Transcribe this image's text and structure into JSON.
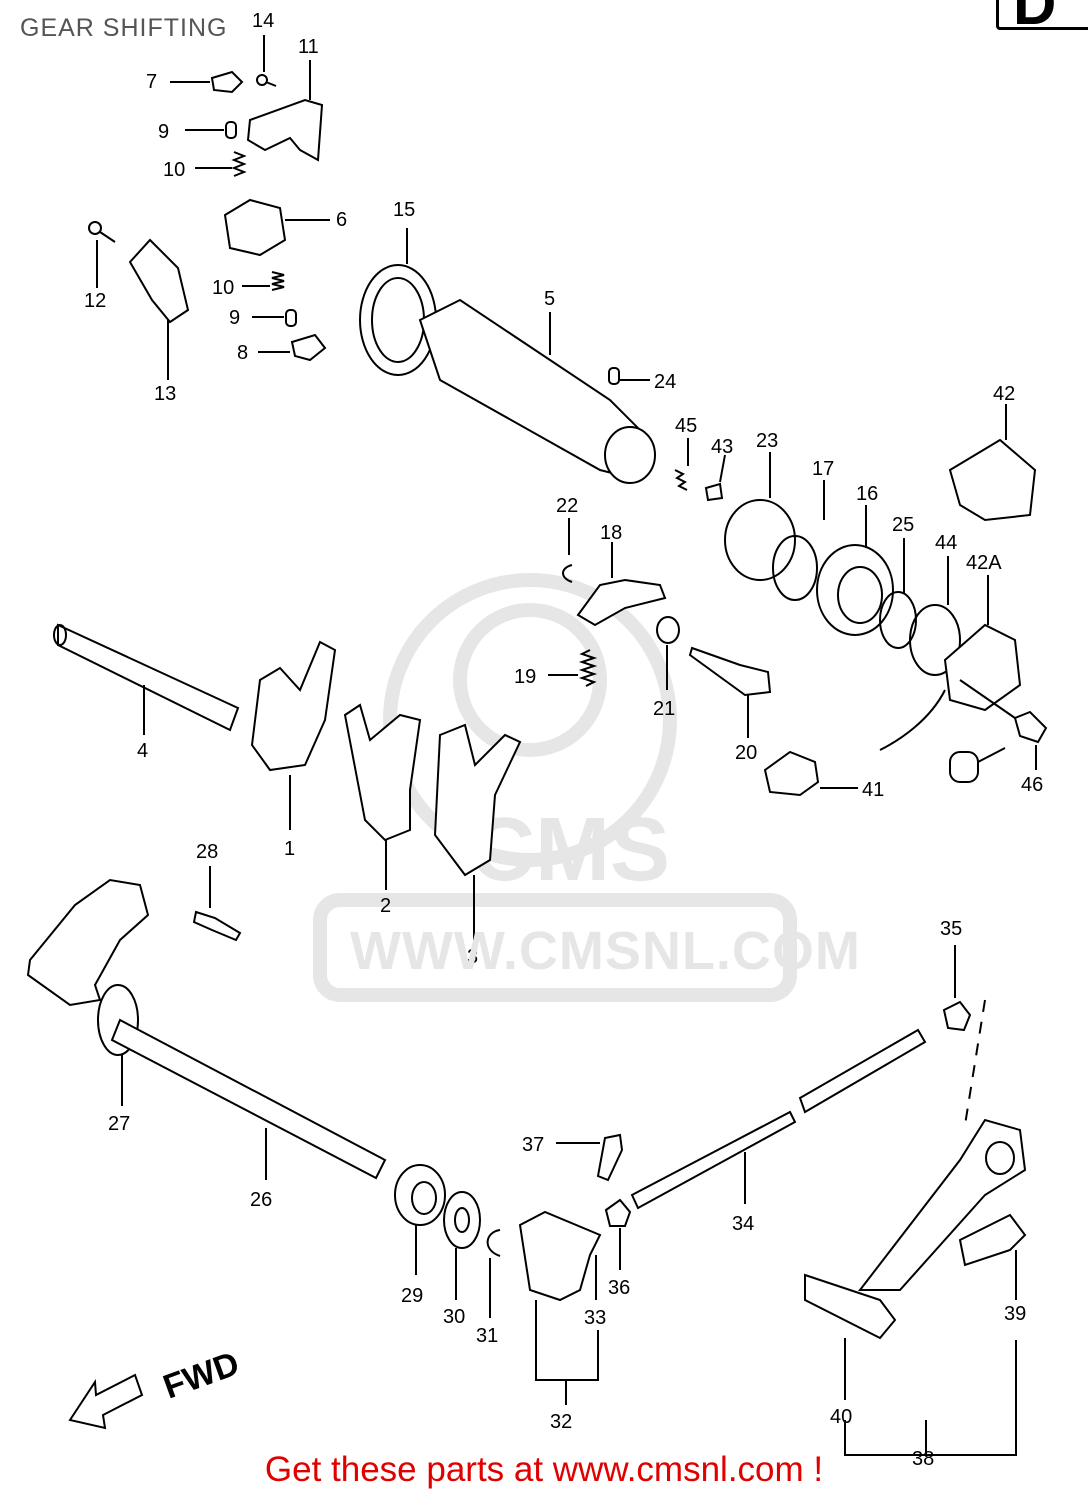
{
  "header": {
    "title": "GEAR SHIFTING",
    "corner_label": "D"
  },
  "watermark": {
    "text": "WWW.CMSNL.COM",
    "logo": "CMS"
  },
  "footer": {
    "text": "Get these parts at www.cmsnl.com !"
  },
  "labels": {
    "n1": "1",
    "n2": "2",
    "n3": "3",
    "n4": "4",
    "n5": "5",
    "n6": "6",
    "n7": "7",
    "n8": "8",
    "n9a": "9",
    "n9b": "9",
    "n10a": "10",
    "n10b": "10",
    "n11": "11",
    "n12": "12",
    "n13": "13",
    "n14": "14",
    "n15": "15",
    "n16": "16",
    "n17": "17",
    "n18": "18",
    "n19": "19",
    "n20": "20",
    "n21": "21",
    "n22": "22",
    "n23": "23",
    "n24": "24",
    "n25": "25",
    "n26": "26",
    "n27": "27",
    "n28": "28",
    "n29": "29",
    "n30": "30",
    "n31": "31",
    "n32": "32",
    "n33": "33",
    "n34": "34",
    "n35": "35",
    "n36": "36",
    "n37": "37",
    "n38": "38",
    "n39": "39",
    "n40": "40",
    "n41": "41",
    "n42": "42",
    "n42a": "42A",
    "n43": "43",
    "n44": "44",
    "n45": "45",
    "n46": "46"
  },
  "direction": {
    "text": "FWD"
  },
  "colors": {
    "footer": "#e00000",
    "title": "#555555",
    "watermark": "#e6e6e6",
    "line": "#000000"
  }
}
